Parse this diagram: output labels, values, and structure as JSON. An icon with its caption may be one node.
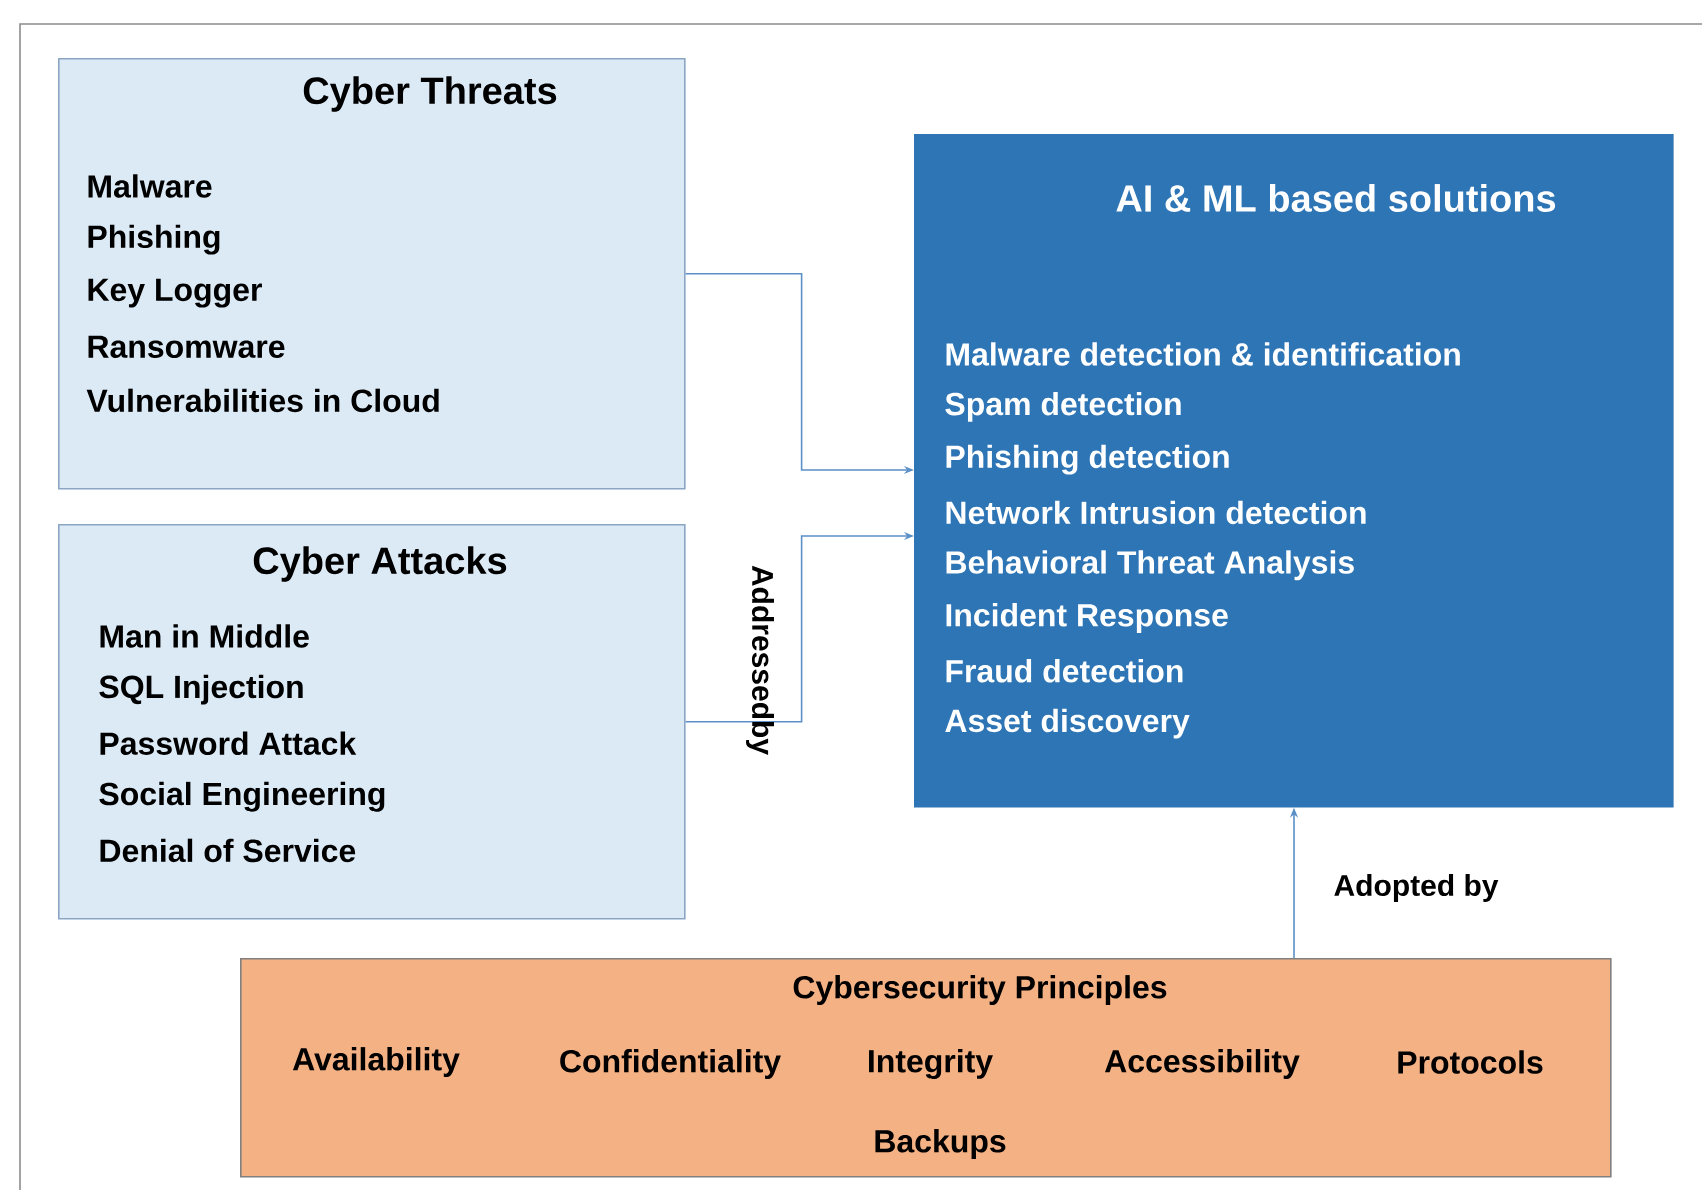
{
  "diagram": {
    "nodes": [
      {
        "text": [
          "Cyber Threats",
          "Malware",
          "Phishing",
          "Key Logger",
          "Ransomware",
          "Vulnerabilities in Cloud"
        ]
      },
      {
        "text": [
          "Cyber Attacks",
          "Man in Middle",
          "SQL Injection",
          "Password Attack",
          "Social Engineering",
          "Denial of Service"
        ]
      },
      {
        "text": [
          "AI & ML based solutions",
          "Malware detection & identification",
          "Spam detection",
          "Phishing detection",
          "Network Intrusion detection",
          "Behavioral Threat Analysis",
          "Incident Response",
          "Fraud detection",
          "Asset discovery"
        ]
      },
      {
        "text": [
          "Cybersecurity Principles",
          "Availability",
          "Confidentiality",
          "Integrity",
          "Accessibility",
          "Protocols",
          "Backups"
        ]
      }
    ],
    "edges": [
      {
        "from": 0,
        "to": 2,
        "arrow": "to"
      },
      {
        "from": 1,
        "to": 2,
        "arrow": "to"
      },
      {
        "from": 3,
        "to": 2,
        "arrow": "to",
        "label": "Adopted by"
      }
    ],
    "labels": [
      "Addressedby"
    ]
  }
}
